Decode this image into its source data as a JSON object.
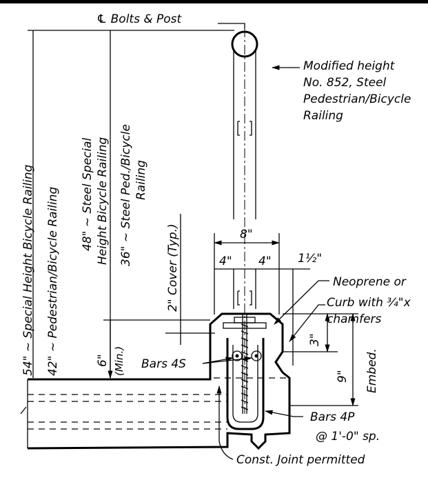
{
  "labels": {
    "centerline": "℄ Bolts & Post",
    "railing_note": [
      "Modified height",
      "No. 852, Steel",
      "Pedestrian/Bicycle",
      "Railing"
    ],
    "dim_54": "54\" ~ Special Height Bicycle Railing",
    "dim_42": "42\" ~ Pedestrian/Bicycle Railing",
    "dim_48_line1": "48\" ~ Steel Special",
    "dim_48_line2": "Height Bicycle Railing",
    "dim_36_line1": "36\" ~ Steel Ped./Bicycle",
    "dim_36_line2": "Railing",
    "cover": "2\" Cover (Typ.)",
    "dim_6": "6\"",
    "min": "(Min.)",
    "dim_8": "8\"",
    "dim_4_left": "4\"",
    "dim_4_right": "4\"",
    "dim_1_5": "1½\"",
    "neoprene": "Neoprene or",
    "curb_line1": "Curb with ¾\"x",
    "curb_line2": "chamfers",
    "dim_3": "3\"",
    "dim_9": "9\"",
    "embed": "Embed.",
    "bars_4s": "Bars 4S",
    "bars_4p_line1": "Bars 4P",
    "bars_4p_line2": "@ 1'-0\" sp.",
    "const_joint": "Const. Joint permitted"
  }
}
